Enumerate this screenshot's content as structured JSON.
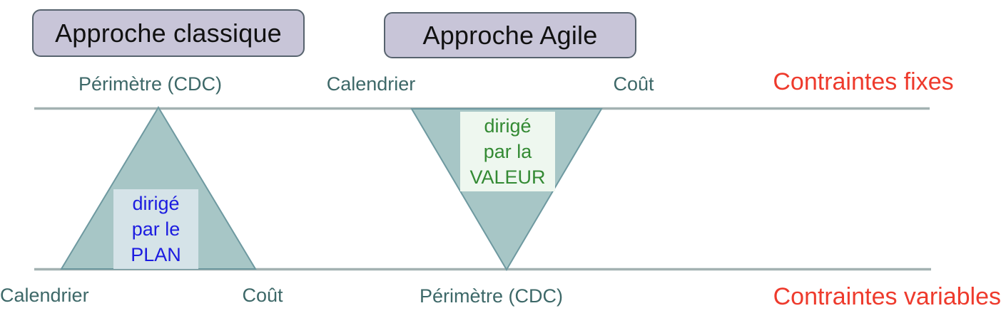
{
  "headers": {
    "classic": "Approche classique",
    "agile": "Approche Agile"
  },
  "top_row": {
    "labels": [
      "Périmètre (CDC)",
      "Calendrier",
      "Coût"
    ],
    "constraint": "Contraintes fixes"
  },
  "bottom_row": {
    "labels": [
      "Calendrier",
      "Coût",
      "Périmètre (CDC)"
    ],
    "constraint": "Contraintes variables"
  },
  "classic_triangle": {
    "label_lines": [
      "dirigé",
      "par le",
      "PLAN"
    ]
  },
  "agile_triangle": {
    "label_lines": [
      "dirigé",
      "par la",
      "VALEUR"
    ]
  },
  "colors": {
    "button_fill": "#c8c5d8",
    "button_border": "#57636e",
    "triangle_fill": "#a7c6c6",
    "triangle_stroke": "#6e99a0",
    "constraint_line": "#a3b2b2",
    "teal_label_text": "#3d6868",
    "red_label_text": "#ee3a2c",
    "plan_box_fill": "#d5e3e8",
    "plan_text": "#1c1ce0",
    "value_box_fill": "#eef7ef",
    "value_text": "#338a33"
  }
}
